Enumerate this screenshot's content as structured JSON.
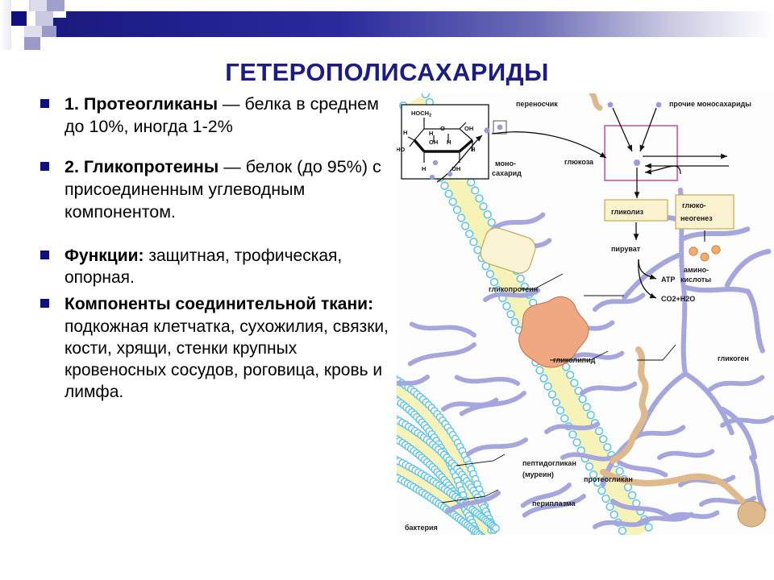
{
  "slide": {
    "title": "ГЕТЕРОПОЛИСАХАРИДЫ",
    "title_color": "#1c1c86",
    "bullet_color": "#10107e",
    "background": "#ffffff"
  },
  "header": {
    "bar_gradient_from": "#1a1a7a",
    "bar_gradient_to": "#ffffff",
    "squares": [
      {
        "name": "square-dark-small",
        "color": "#10107e"
      },
      {
        "name": "square-lavender-1",
        "color": "#8d8dc4"
      },
      {
        "name": "square-lavender-2",
        "color": "#b9b9d8"
      },
      {
        "name": "square-lavender-3",
        "color": "#9a9aca"
      },
      {
        "name": "square-lavender-4",
        "color": "#c5c5de"
      }
    ]
  },
  "bullets": [
    {
      "index": 1,
      "lead": "1. Протеогликаны",
      "dash": " — ",
      "rest": "белка в среднем до 10%, иногда 1-2%",
      "full": "1. Протеогликаны — белка в среднем до 10%, иногда 1-2%"
    },
    {
      "index": 2,
      "lead": "2. Гликопротеины",
      "dash": " — ",
      "rest": "белок (до 95%) с присоединенным углеводным компонентом.",
      "full": "2. Гликопротеины — белок (до 95%) с присоединенным углеводным компонентом."
    },
    {
      "index": 3,
      "lead": "Функции:",
      "dash": " ",
      "rest": "защитная, трофическая, опорная.",
      "full": "Функции: защитная, трофическая, опорная."
    },
    {
      "index": 4,
      "lead": "Компоненты соединительной ткани:",
      "dash": " ",
      "rest": "подкожная клетчатка, сухожилия, связки, кости, хрящи, стенки крупных кровеносных сосудов, роговица, кровь и лимфа.",
      "full": "Компоненты соединительной ткани: подкожная клетчатка, сухожилия, связки, кости, хрящи, стенки крупных кровеносных сосудов, роговица, кровь и лимфа."
    }
  ],
  "diagram": {
    "name": "carbohydrate-metabolism-illustration",
    "labels": {
      "monosaccharide": "моно-",
      "monosaccharide2": "сахарид",
      "carrier": "переносчик",
      "other_monosaccharides": "прочие моносахариды",
      "glucose": "глюкоза",
      "glycolysis": "гликолиз",
      "gluconeogenesis_1": "глюко-",
      "gluconeogenesis_2": "неогенез",
      "pyruvate": "пируват",
      "amino_1": "амино-",
      "amino_2": "кислоты",
      "atp": "ATP",
      "co2h2o": "CO2+H2O",
      "glycogen": "гликоген",
      "glycoprotein": "гликопротеин",
      "glycolipid": "гликолипид",
      "peptidoglycan_1": "пептидогликан",
      "peptidoglycan_2": "(муреин)",
      "periplasm": "периплазма",
      "bacterium": "бактерия",
      "proteoglycan": "протеогликан"
    },
    "molecule_atoms": {
      "a1": "HOCH",
      "a1sub": "2",
      "a2": "H",
      "a3": "O",
      "a4": "OH",
      "a5": "H",
      "a6": "OH",
      "a7": "H",
      "a8": "HO",
      "a9": "H",
      "a10": "H",
      "a11": "OH"
    },
    "colors": {
      "membrane_yellow": "#f7f2b8",
      "membrane_blue": "#8fd4ee",
      "chain_purple": "#a6a6de",
      "protein_orange": "#f0a882",
      "carrier_cream": "#f6edc4",
      "lipid_tan": "#ddb98c",
      "box_pink": "#cc54a8",
      "box_cream": "#fbf3cf"
    }
  }
}
